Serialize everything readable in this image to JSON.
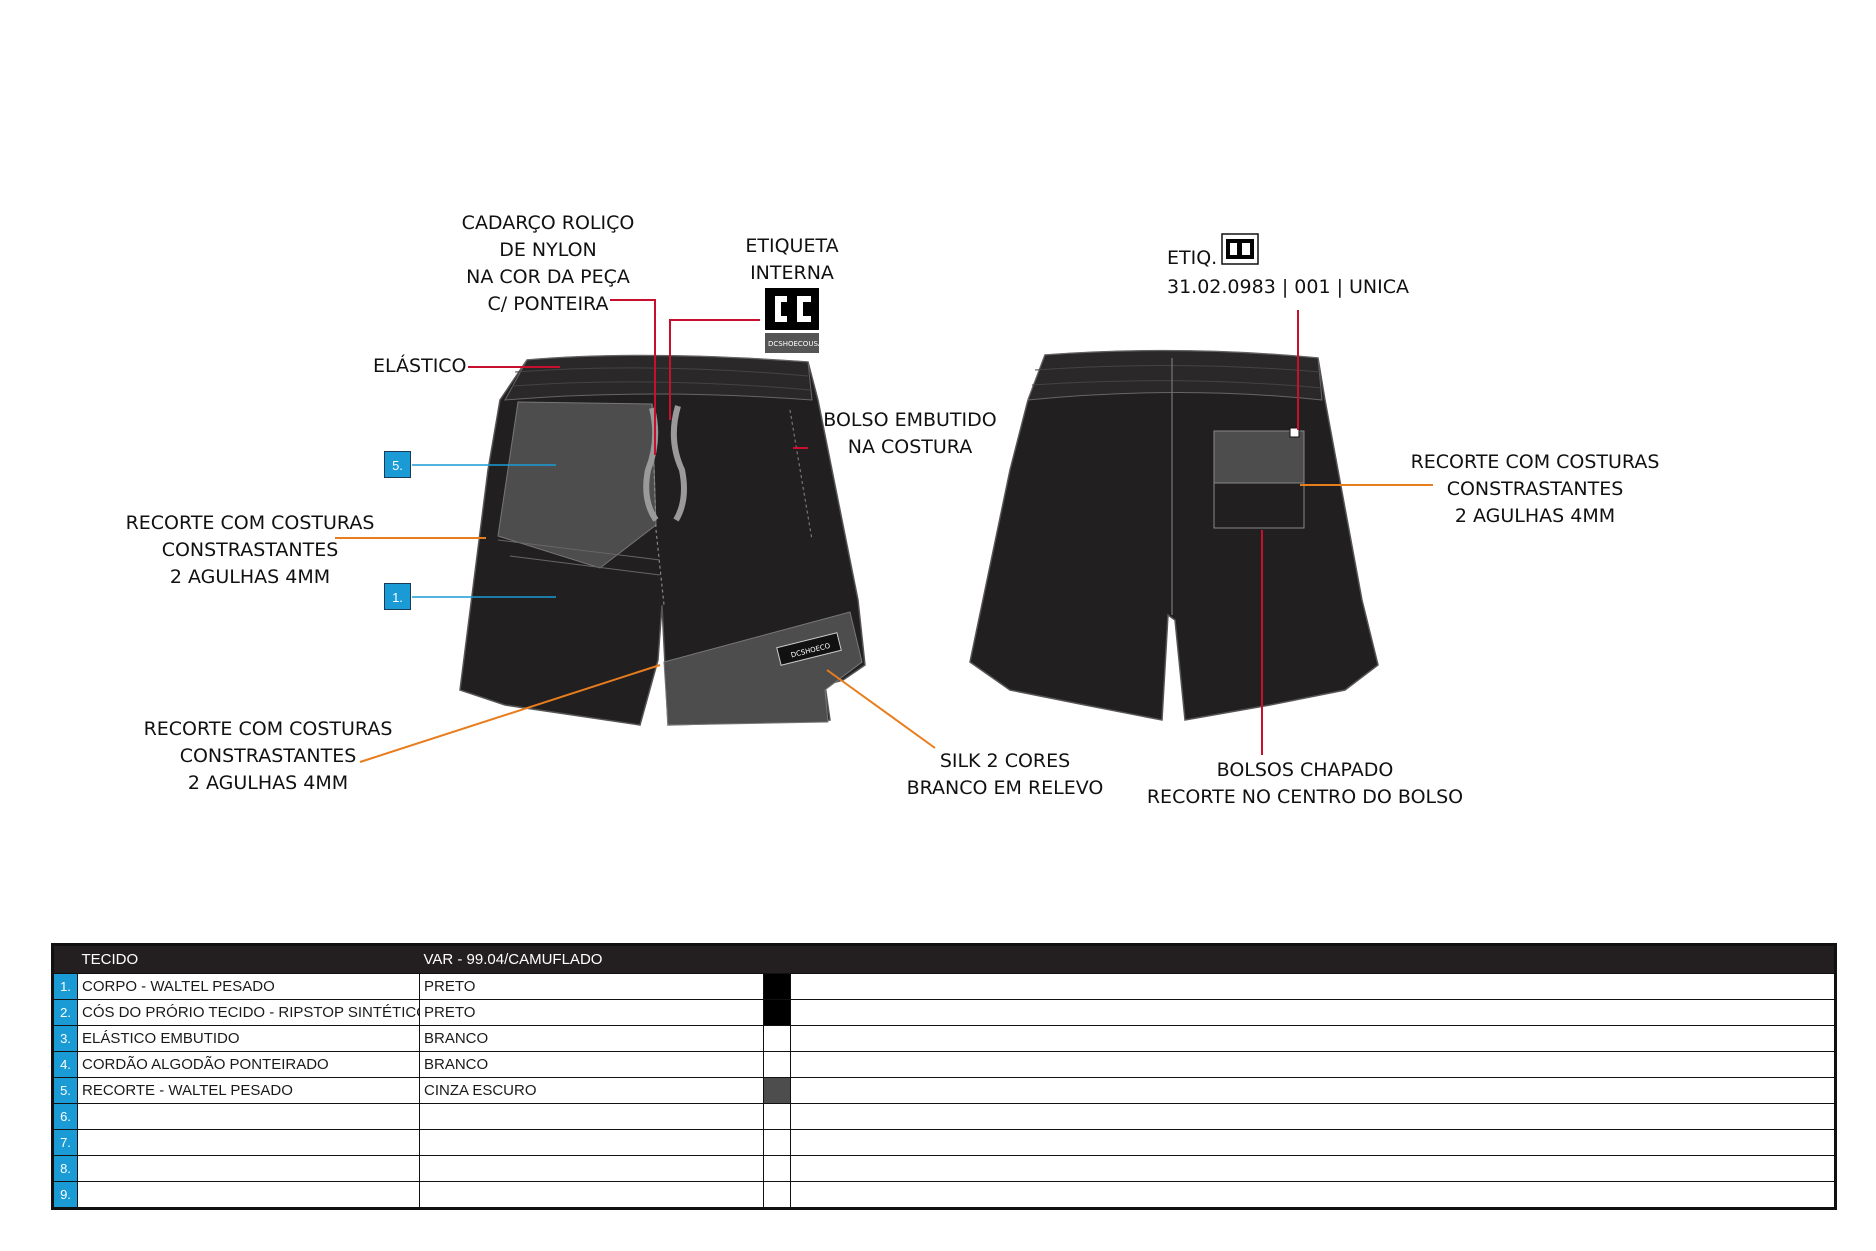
{
  "front_callouts": {
    "cadarco": [
      "CADARÇO ROLIÇO",
      "DE NYLON",
      "NA COR DA PEÇA",
      "C/ PONTEIRA"
    ],
    "etiqueta": [
      "ETIQUETA",
      "INTERNA"
    ],
    "elastico": "ELÁSTICO",
    "bolso_embutido": [
      "BOLSO EMBUTIDO",
      "NA COSTURA"
    ],
    "recorte_left": [
      "RECORTE COM COSTURAS",
      "CONSTRASTANTES",
      "2 AGULHAS 4MM"
    ],
    "recorte_bottom": [
      "RECORTE COM COSTURAS",
      "CONSTRASTANTES",
      "2 AGULHAS 4MM"
    ],
    "silk": [
      "SILK 2 CORES",
      "BRANCO EM RELEVO"
    ],
    "marker_5": "5.",
    "marker_1": "1."
  },
  "back_callouts": {
    "etiq_prefix": "ETIQ.",
    "etiq_code": "31.02.0983 | 001 | UNICA",
    "recorte_right": [
      "RECORTE COM COSTURAS",
      "CONSTRASTANTES",
      "2 AGULHAS 4MM"
    ],
    "bolsos": [
      "BOLSOS CHAPADO",
      "RECORTE NO CENTRO DO BOLSO"
    ]
  },
  "spec_table": {
    "header_fabric": "TECIDO",
    "header_variant": "VAR - 99.04/CAMUFLADO",
    "rows": [
      {
        "n": "1.",
        "fabric": "CORPO - WALTEL  PESADO",
        "color": "PRETO",
        "swatch": "#000000"
      },
      {
        "n": "2.",
        "fabric": "CÓS DO PRÓRIO TECIDO - RIPSTOP SINTÉTICO",
        "color": "PRETO",
        "swatch": "#000000"
      },
      {
        "n": "3.",
        "fabric": "ELÁSTICO EMBUTIDO",
        "color": "BRANCO",
        "swatch": "#ffffff"
      },
      {
        "n": "4.",
        "fabric": "CORDÃO ALGODÃO  PONTEIRADO",
        "color": "BRANCO",
        "swatch": "#ffffff"
      },
      {
        "n": "5.",
        "fabric": "RECORTE - WALTEL PESADO",
        "color": "CINZA ESCURO",
        "swatch": "#4d4d4d"
      },
      {
        "n": "6.",
        "fabric": "",
        "color": "",
        "swatch": "#ffffff"
      },
      {
        "n": "7.",
        "fabric": "",
        "color": "",
        "swatch": "#ffffff"
      },
      {
        "n": "8.",
        "fabric": "",
        "color": "",
        "swatch": "#ffffff"
      },
      {
        "n": "9.",
        "fabric": "",
        "color": "",
        "swatch": "#ffffff"
      }
    ]
  },
  "colors": {
    "body": "#221f20",
    "panel": "#4d4d4d",
    "leader_red": "#c8102e",
    "leader_orange": "#e87d1e",
    "leader_blue": "#1a9bd6"
  },
  "icons": [
    "dc-logo-icon",
    "label-tag-icon"
  ]
}
